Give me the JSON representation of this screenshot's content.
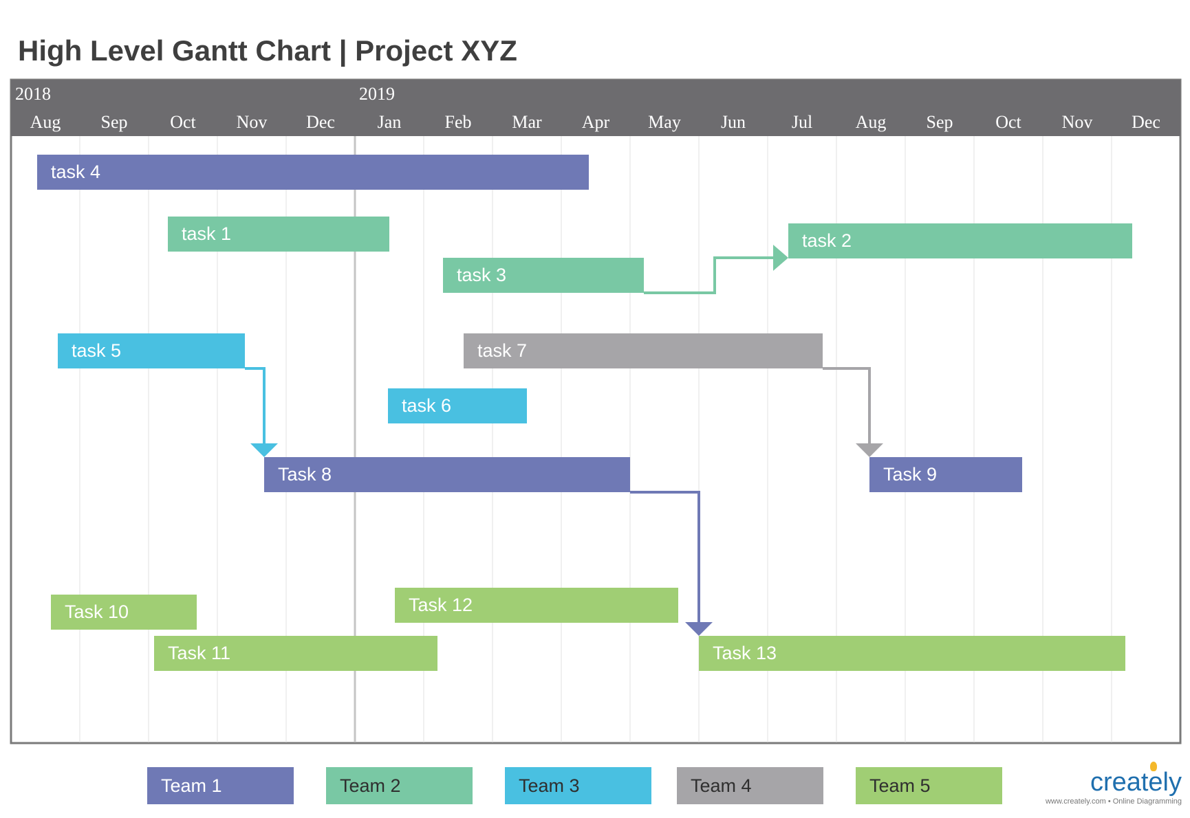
{
  "chart_data": {
    "type": "gantt",
    "title": "High Level Gantt Chart | Project XYZ",
    "years": [
      {
        "label": "2018",
        "month_index": 0
      },
      {
        "label": "2019",
        "month_index": 5
      }
    ],
    "months": [
      "Aug",
      "Sep",
      "Oct",
      "Nov",
      "Dec",
      "Jan",
      "Feb",
      "Mar",
      "Apr",
      "May",
      "Jun",
      "Jul",
      "Aug",
      "Sep",
      "Oct",
      "Nov",
      "Dec"
    ],
    "year_divider_month_index": 5,
    "tasks": [
      {
        "id": "t4",
        "label": "task 4",
        "team": "Team 1",
        "start": 0.38,
        "end": 8.4
      },
      {
        "id": "t1",
        "label": "task 1",
        "team": "Team 2",
        "start": 2.28,
        "end": 5.5
      },
      {
        "id": "t2",
        "label": "task 2",
        "team": "Team 2",
        "start": 11.3,
        "end": 16.3
      },
      {
        "id": "t3",
        "label": "task 3",
        "team": "Team 2",
        "start": 6.28,
        "end": 9.2
      },
      {
        "id": "t5",
        "label": "task 5",
        "team": "Team 3",
        "start": 0.68,
        "end": 3.4
      },
      {
        "id": "t7",
        "label": "task 7",
        "team": "Team 4",
        "start": 6.58,
        "end": 11.8
      },
      {
        "id": "t6",
        "label": "task 6",
        "team": "Team 3",
        "start": 5.48,
        "end": 7.5
      },
      {
        "id": "t8",
        "label": "Task 8",
        "team": "Team 1",
        "start": 3.68,
        "end": 9.0
      },
      {
        "id": "t9",
        "label": "Task 9",
        "team": "Team 1",
        "start": 12.48,
        "end": 14.7
      },
      {
        "id": "t10",
        "label": "Task 10",
        "team": "Team 5",
        "start": 0.58,
        "end": 2.7
      },
      {
        "id": "t12",
        "label": "Task 12",
        "team": "Team 5",
        "start": 5.58,
        "end": 9.7
      },
      {
        "id": "t11",
        "label": "Task 11",
        "team": "Team 5",
        "start": 2.08,
        "end": 6.2
      },
      {
        "id": "t13",
        "label": "Task 13",
        "team": "Team 5",
        "start": 10.0,
        "end": 16.2
      }
    ],
    "dependencies": [
      {
        "from": "t3",
        "to": "t2"
      },
      {
        "from": "t5",
        "to": "t8"
      },
      {
        "from": "t7",
        "to": "t9"
      },
      {
        "from": "t8",
        "to": "t13"
      }
    ],
    "grid": true
  },
  "legend": [
    {
      "label": "Team 1",
      "color": "#6f79b5",
      "text_color": "#ffffff"
    },
    {
      "label": "Team 2",
      "color": "#79c8a4",
      "text_color": "#2f2f2f"
    },
    {
      "label": "Team 3",
      "color": "#49c0e1",
      "text_color": "#2f2f2f"
    },
    {
      "label": "Team 4",
      "color": "#a6a5a8",
      "text_color": "#2f2f2f"
    },
    {
      "label": "Team 5",
      "color": "#a0ce74",
      "text_color": "#2f2f2f"
    }
  ],
  "brand": {
    "name": "creately",
    "tagline": "www.creately.com • Online Diagramming"
  }
}
